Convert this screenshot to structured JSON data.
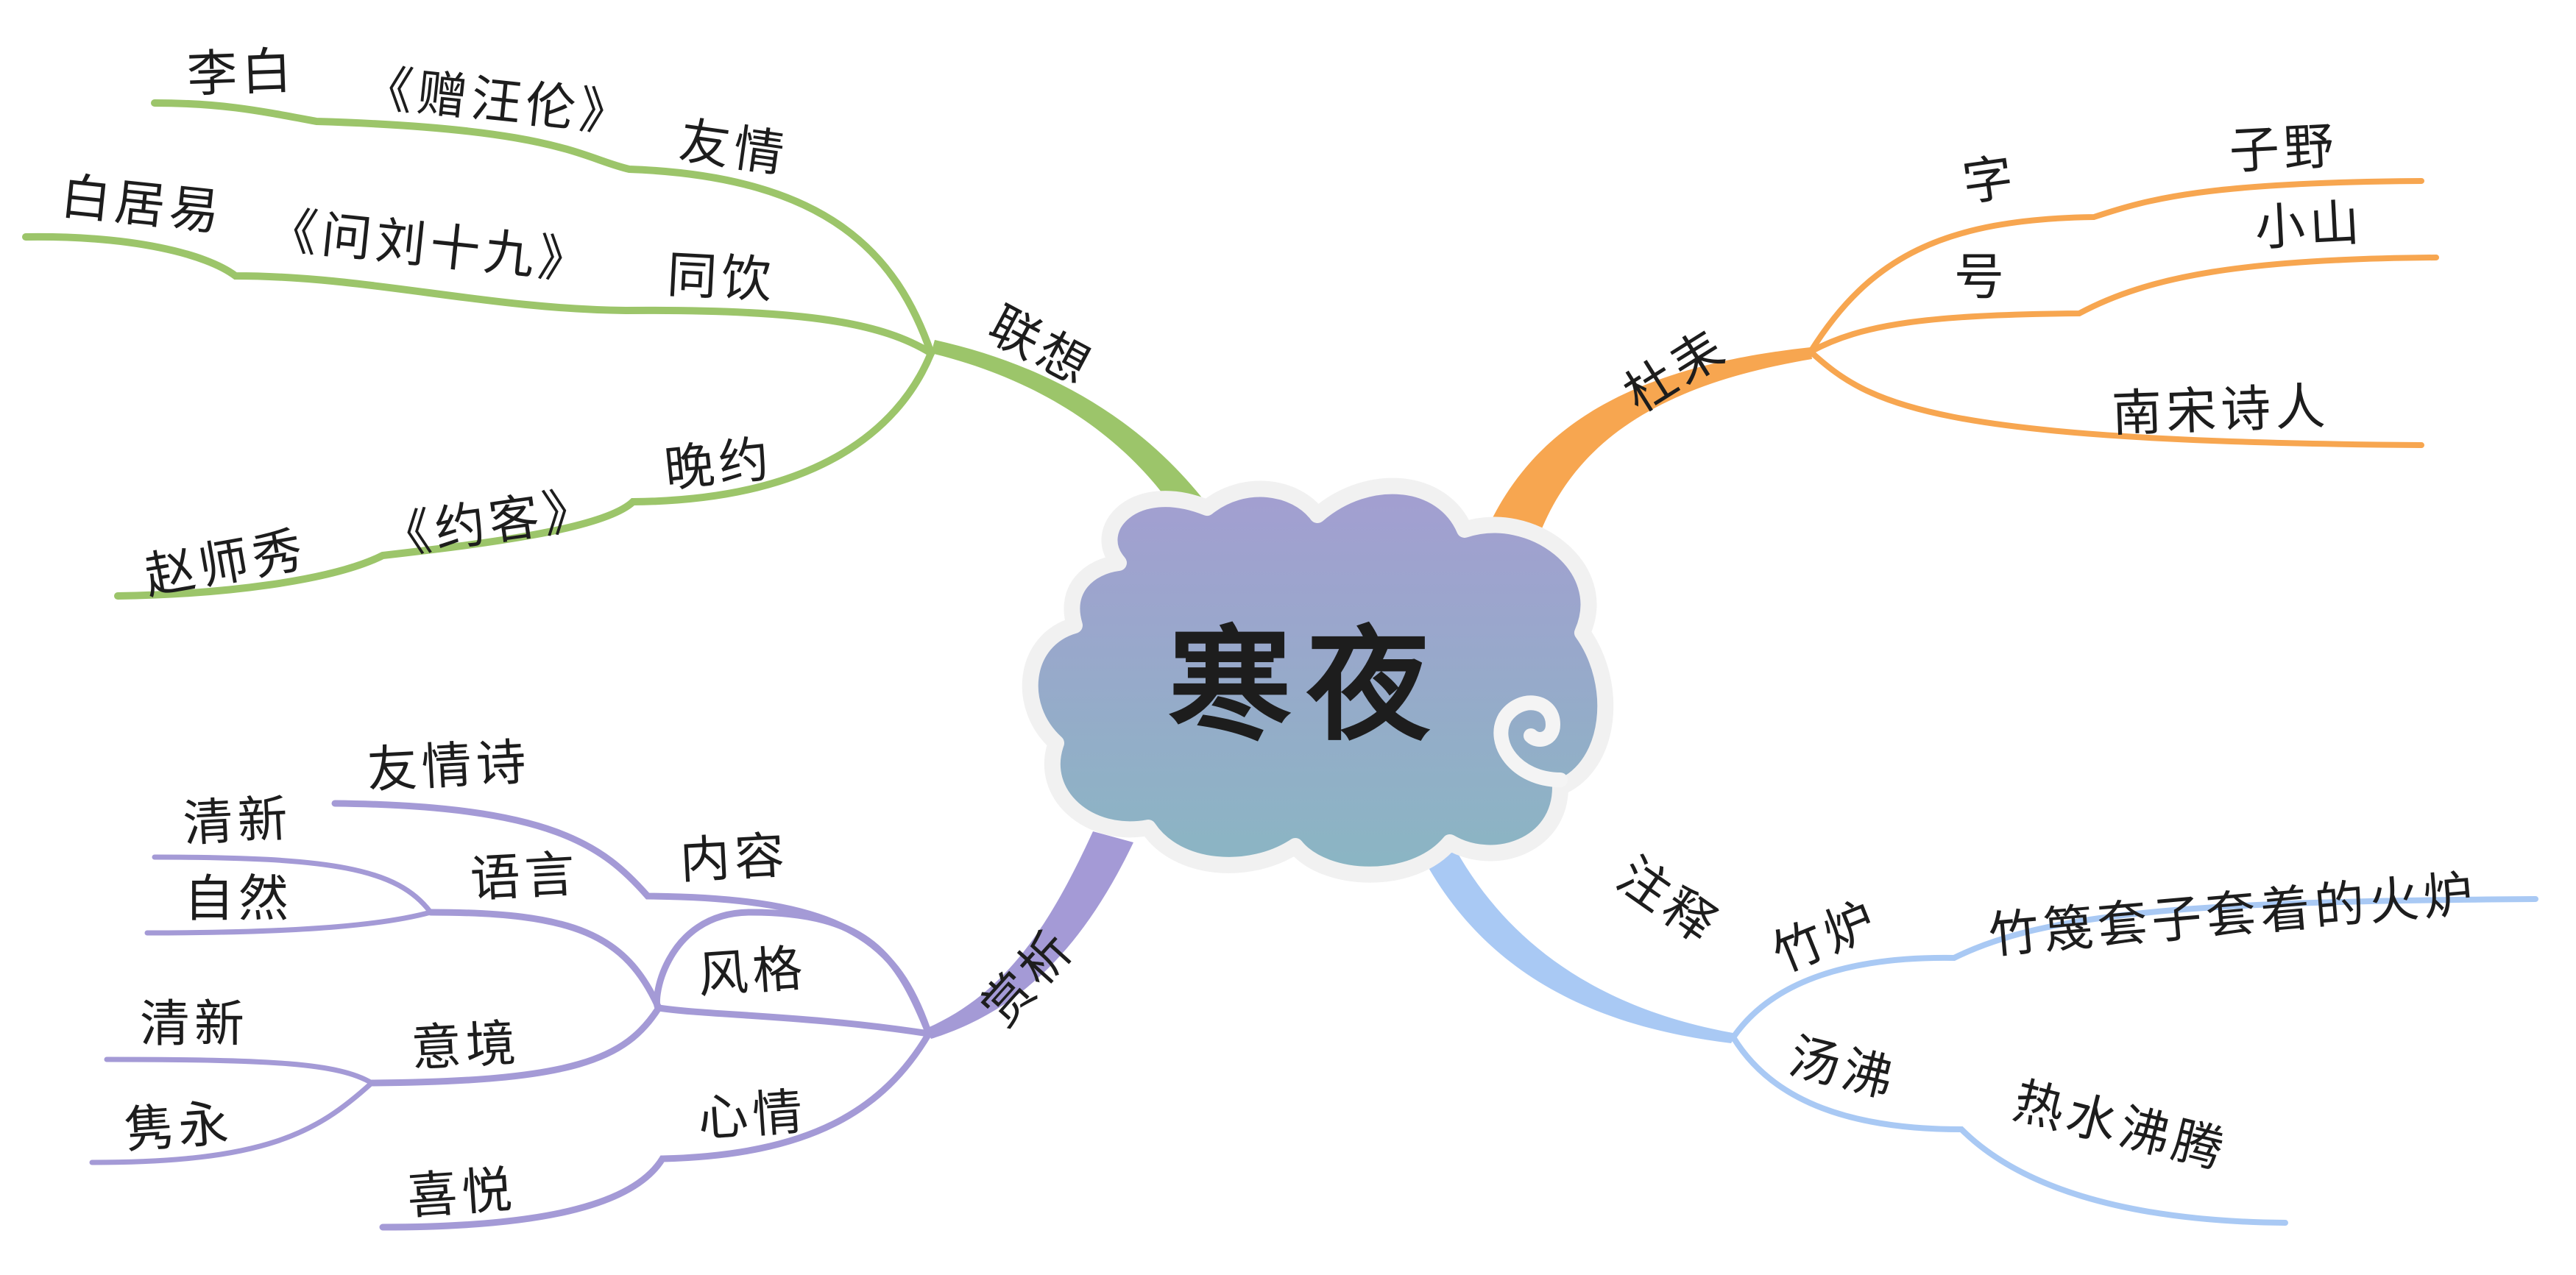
{
  "center": {
    "title": "寒夜"
  },
  "colors": {
    "green": "#9cc56a",
    "orange": "#f7a650",
    "purple": "#a49ad6",
    "blue": "#a9c9f4",
    "cloud_top": "#a39ed1",
    "cloud_bottom": "#8ab6c3"
  },
  "branches": {
    "lianxiang": {
      "label": "联想",
      "items": {
        "libai": {
          "head": "李白",
          "title": "《赠汪伦》",
          "tail": "友情"
        },
        "bai": {
          "head": "白居易",
          "title": "《问刘十九》",
          "tail": "同饮"
        },
        "zhao": {
          "head": "赵师秀",
          "title": "《约客》",
          "tail": "晚约"
        }
      }
    },
    "dulei": {
      "label": "杜耒",
      "zi": {
        "label": "字",
        "value": "子野"
      },
      "hao": {
        "label": "号",
        "value": "小山"
      },
      "identity": "南宋诗人"
    },
    "shangxi": {
      "label": "赏析",
      "neirong": {
        "label": "内容",
        "value": "友情诗"
      },
      "fengge": {
        "label": "风格",
        "yuyan": {
          "label": "语言",
          "values": [
            "清新",
            "自然"
          ]
        },
        "yijing": {
          "label": "意境",
          "values": [
            "清新",
            "隽永"
          ]
        }
      },
      "xinqing": {
        "label": "心情",
        "value": "喜悦"
      }
    },
    "zhushi": {
      "label": "注释",
      "zhulu": {
        "label": "竹炉",
        "value": "竹篾套子套着的火炉"
      },
      "tangfei": {
        "label": "汤沸",
        "value": "热水沸腾"
      }
    }
  }
}
